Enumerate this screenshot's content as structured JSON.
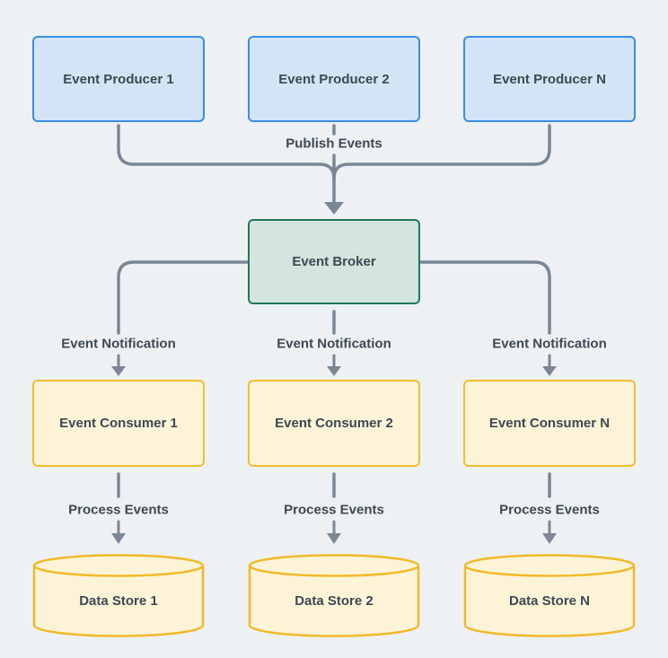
{
  "diagram": {
    "producers": [
      {
        "label": "Event Producer 1"
      },
      {
        "label": "Event Producer 2"
      },
      {
        "label": "Event Producer N"
      }
    ],
    "broker": {
      "label": "Event Broker"
    },
    "consumers": [
      {
        "label": "Event Consumer 1"
      },
      {
        "label": "Event Consumer 2"
      },
      {
        "label": "Event Consumer N"
      }
    ],
    "data_stores": [
      {
        "label": "Data Store 1"
      },
      {
        "label": "Data Store 2"
      },
      {
        "label": "Data Store N"
      }
    ],
    "edge_labels": {
      "publish": "Publish Events",
      "notifications": [
        "Event Notification",
        "Event Notification",
        "Event Notification"
      ],
      "process": [
        "Process Events",
        "Process Events",
        "Process Events"
      ]
    },
    "colors": {
      "background": "#edf1f4",
      "connector": "#7b8794",
      "text": "#3d4852",
      "producer_fill": "#d3e4f6",
      "producer_border": "#3a8ee0",
      "broker_fill": "#d4e4de",
      "broker_border": "#1f7a5c",
      "consumer_fill": "#fdf4d8",
      "consumer_border": "#f2bd2e",
      "datastore_fill": "#fdf4d8",
      "datastore_border": "#f2b929"
    }
  }
}
